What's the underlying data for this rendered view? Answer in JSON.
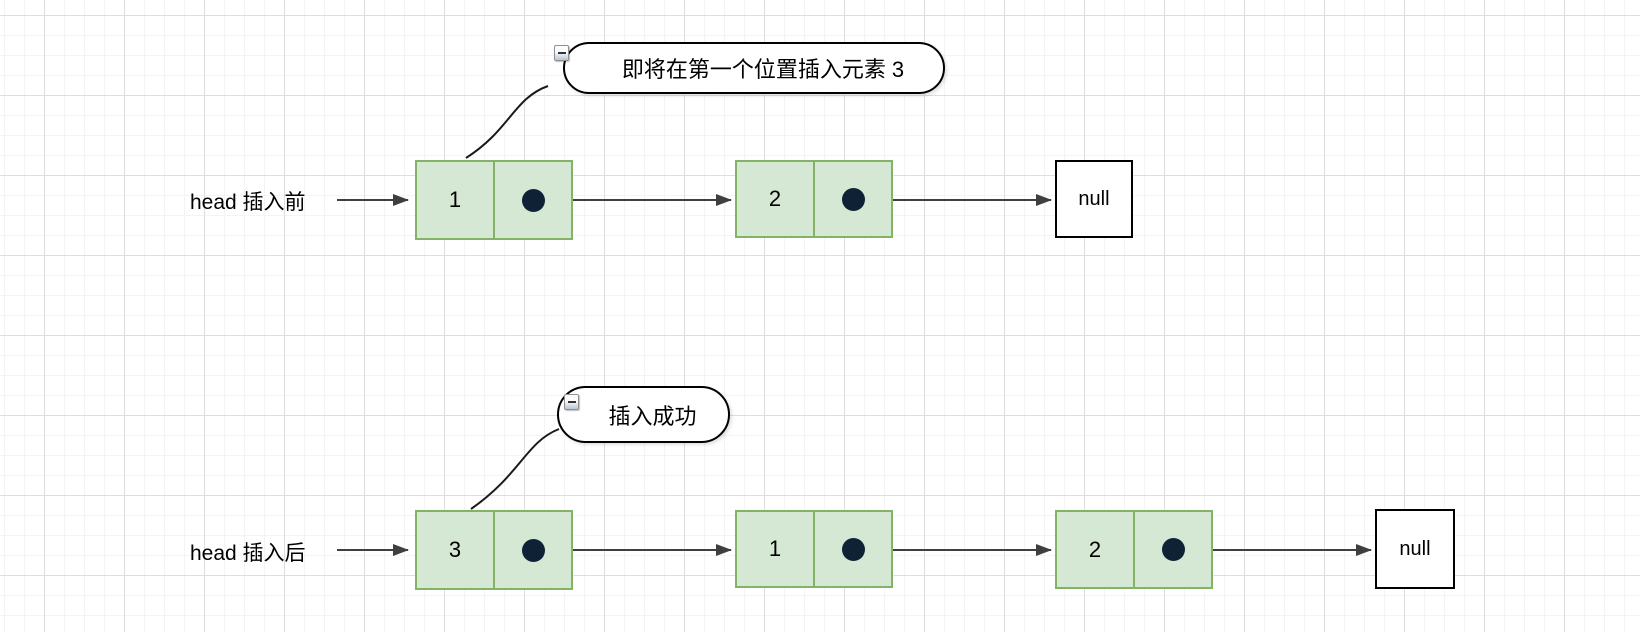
{
  "diagram": {
    "title_hint": "singly linked list insertion at head",
    "callout_before": {
      "text": "即将在第一个位置插入元素 3",
      "icon": "collapse-minus-icon"
    },
    "callout_after": {
      "text": "插入成功",
      "icon": "collapse-minus-icon"
    },
    "row_before": {
      "head_label": "head 插入前",
      "nodes": [
        {
          "value": "1"
        },
        {
          "value": "2"
        }
      ],
      "tail_label": "null"
    },
    "row_after": {
      "head_label": "head 插入后",
      "nodes": [
        {
          "value": "3"
        },
        {
          "value": "1"
        },
        {
          "value": "2"
        }
      ],
      "tail_label": "null"
    },
    "colors": {
      "node_fill": "#d5e8d4",
      "node_border": "#82b366",
      "pointer_dot": "#0f2235",
      "arrow": "#3f3f3f",
      "callout_border": "#000000",
      "null_box_border": "#000000",
      "grid_minor": "#f4f4f4",
      "grid_major": "#dedede",
      "background": "#ffffff"
    }
  }
}
